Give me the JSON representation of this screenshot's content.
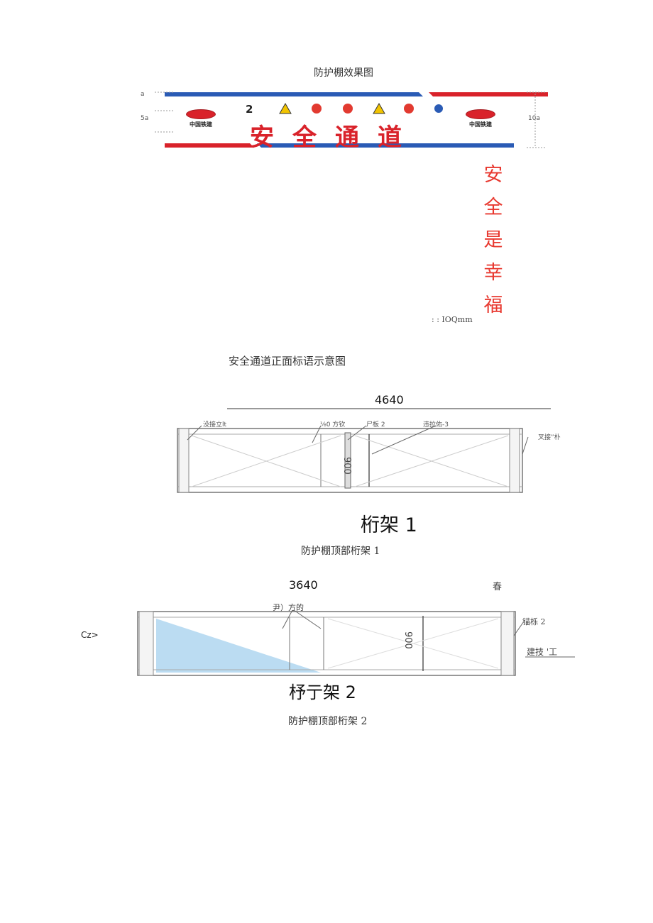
{
  "captions": {
    "top_title": "防护棚效果图",
    "slogan_caption": "安全通道正面标语示意图",
    "truss1_caption": "防护棚顶部桁架 1",
    "truss2_caption": "防护棚顶部桁架 2"
  },
  "banner": {
    "title": "安全通道",
    "left_dims": [
      "a",
      "5a"
    ],
    "right_dim": "10a",
    "logo_text": "中国铁建",
    "sign_numbers": [
      "2",
      "!",
      "①",
      "①",
      "!",
      "①",
      "i"
    ]
  },
  "vertical_slogan": [
    "安",
    "全",
    "是",
    "幸",
    "福"
  ],
  "slogan_note": ": : IOQmm",
  "truss1": {
    "dimension": "4640",
    "labels": {
      "l1": "没接立lt",
      "l2": "⅛0 方钦",
      "l3": "尸板 2",
      "l4": "违拉佑-3",
      "l5": "叉接”朴"
    },
    "height": "900",
    "name": "桁架 1"
  },
  "truss2": {
    "dimension": "3640",
    "top_right": "春",
    "labels": {
      "l1": "尹）方的",
      "l2": "锚栎 2",
      "l3": "建技 '工",
      "left": "Cz>"
    },
    "height": "900",
    "name": "杼亍架 2"
  },
  "colors": {
    "red": "#d9222a",
    "blue": "#2a5bb5",
    "shade": "#8ec5ea"
  }
}
